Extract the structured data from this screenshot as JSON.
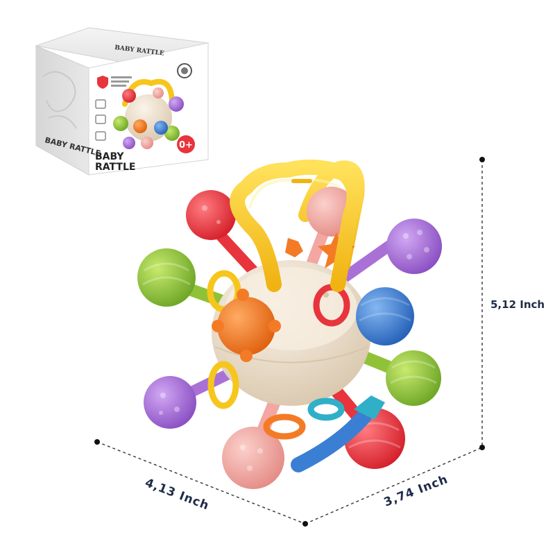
{
  "package": {
    "brand_top": "BABY RATTLE",
    "title_line1": "BABY",
    "title_line2": "RATTLE",
    "side_title": "BABY RATTLE",
    "age_badge": "0+"
  },
  "dimensions": {
    "height": "5,12 Inch",
    "width": "4,13 Inch",
    "depth": "3,74 Inch"
  },
  "colors": {
    "label_text": "#1f2b48",
    "dashed_line": "#333333",
    "yellow": "#f6c61d",
    "red": "#e8343c",
    "green": "#8fc236",
    "purple": "#a971d6",
    "orange": "#f47b26",
    "blue": "#3b7fd4",
    "pink": "#f2a7a2",
    "teal": "#2fb0c8",
    "cream": "#efe2cf"
  }
}
